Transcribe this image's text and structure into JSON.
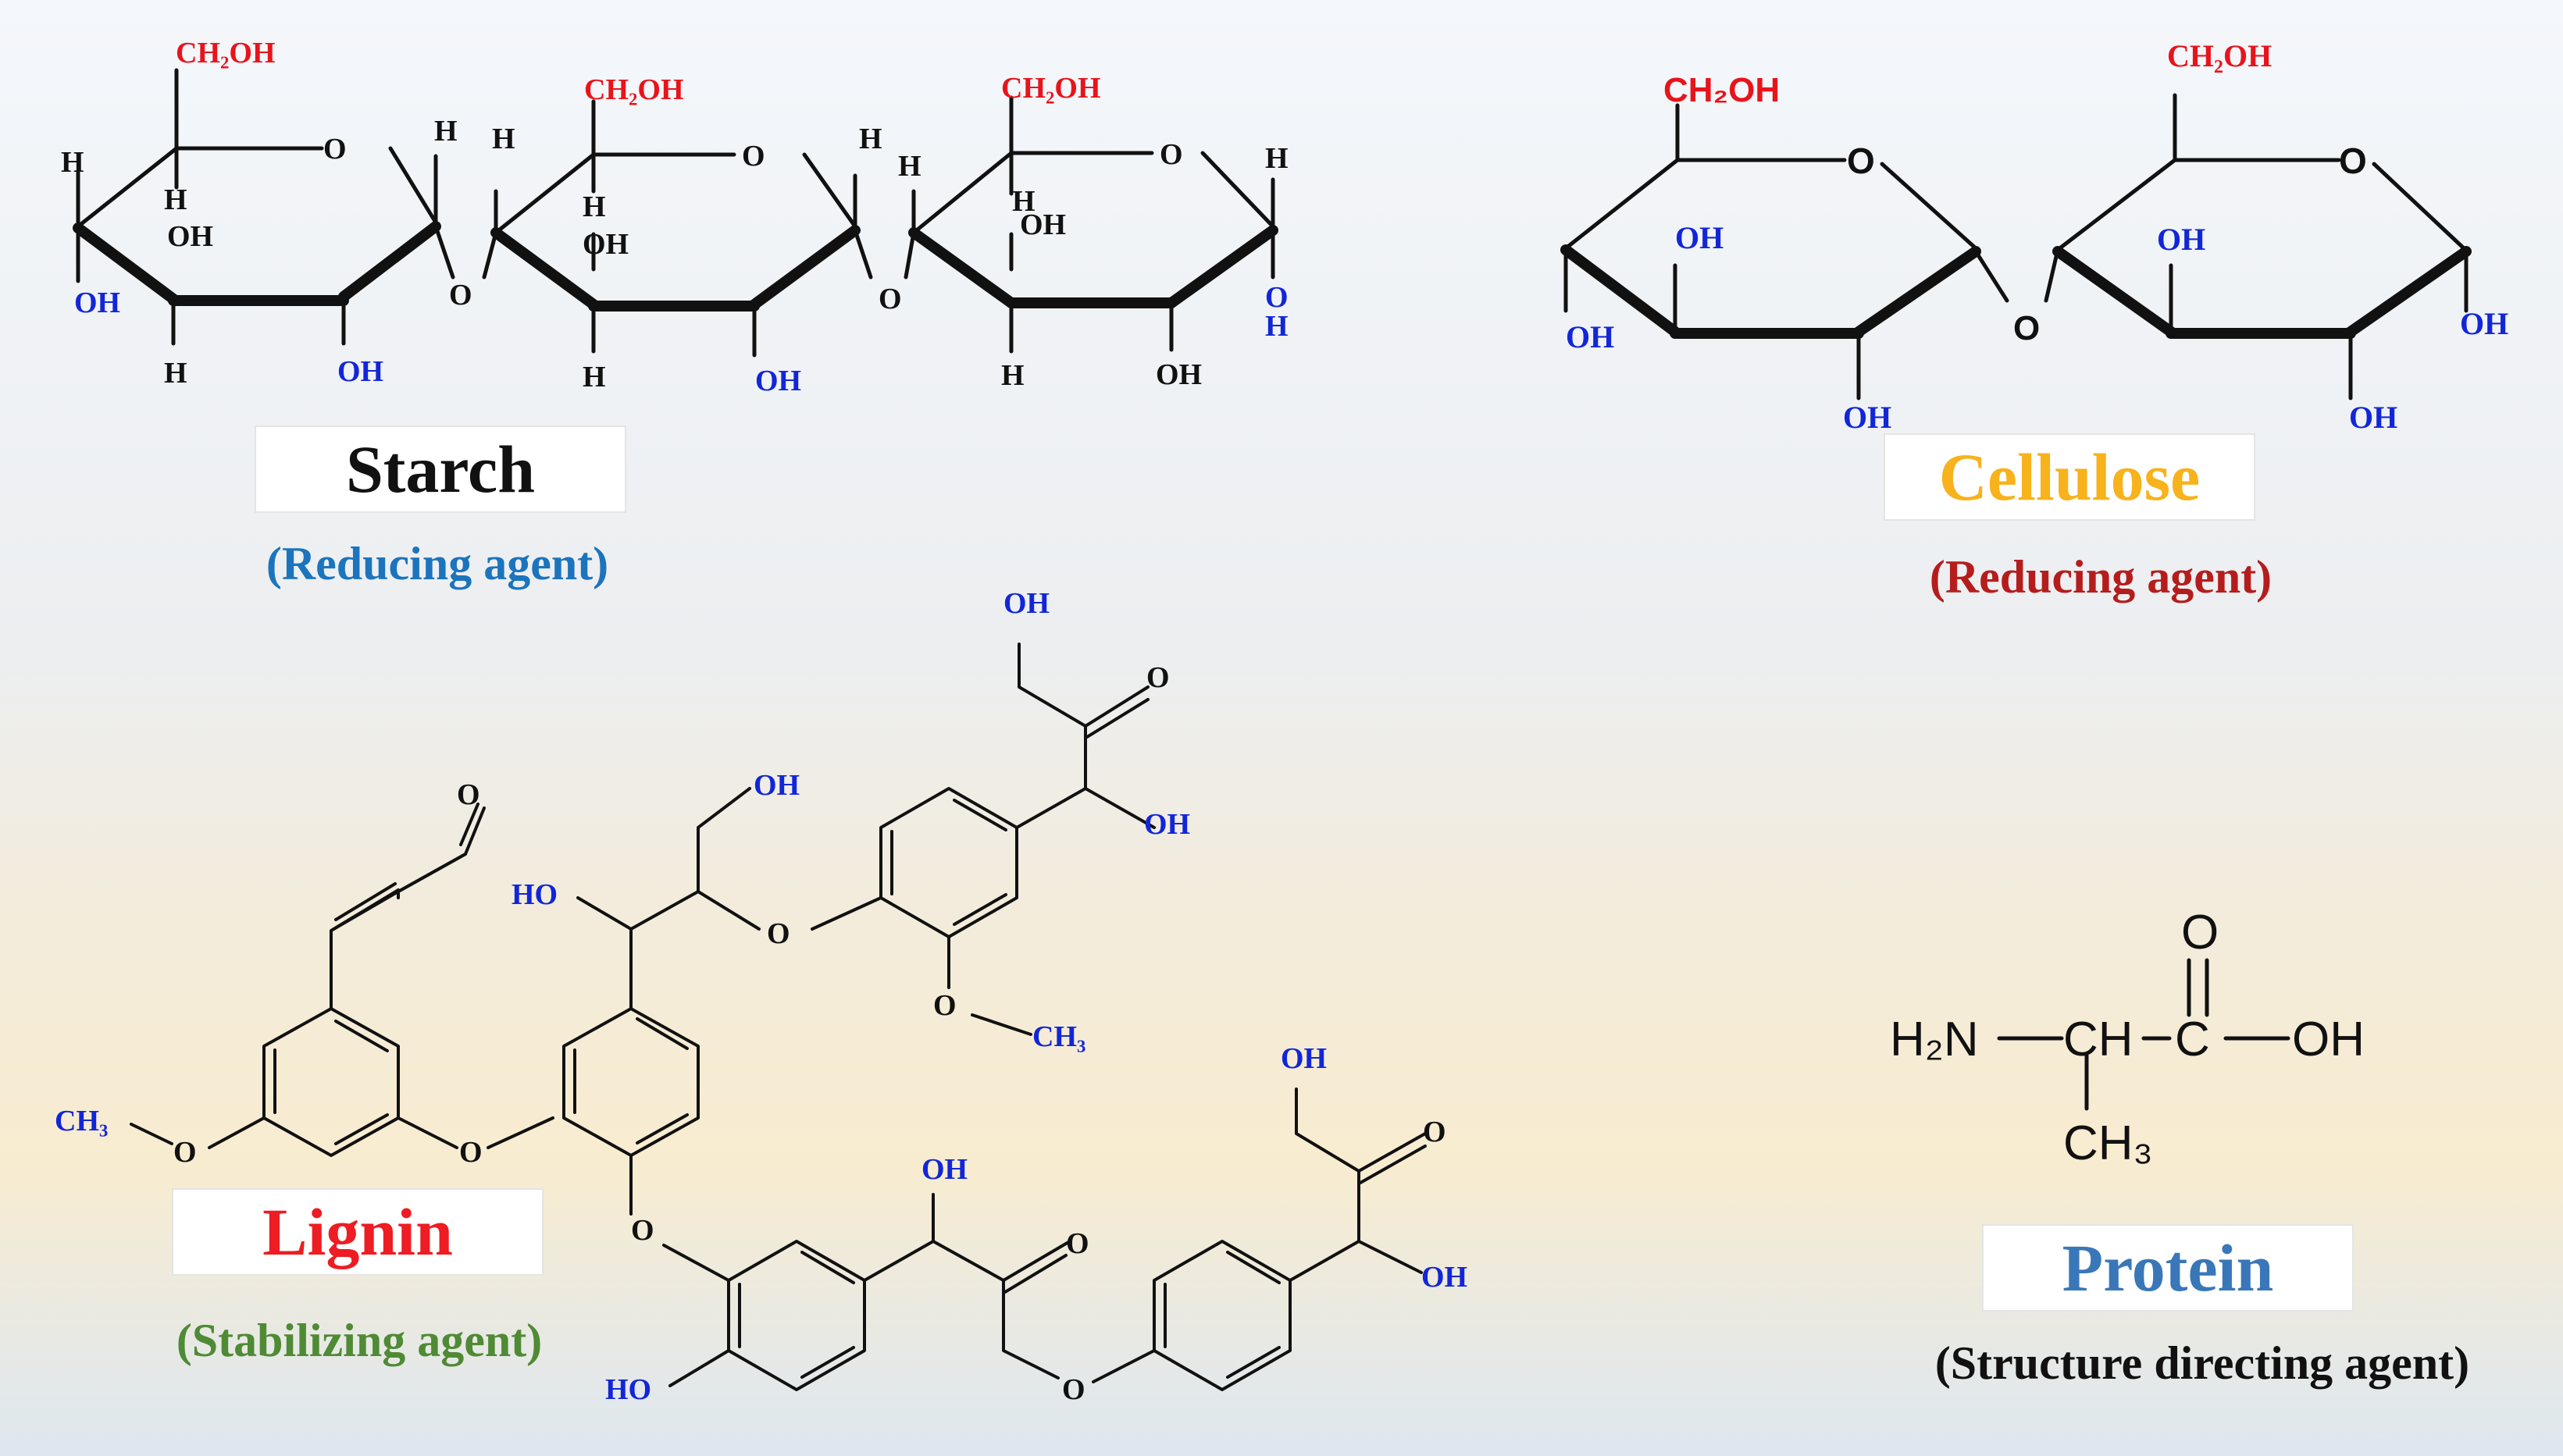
{
  "colors": {
    "label_red": "#e8141b",
    "label_blue": "#1226d8",
    "black": "#111111",
    "cellulose": "#f7b21c",
    "starch_role": "#1c74bd",
    "cellulose_role": "#b51d1d",
    "lignin": "#ee1c23",
    "lignin_role": "#4f8a34",
    "protein": "#3a77b8"
  },
  "starch": {
    "name": "Starch",
    "role": "(Reducing agent)",
    "labels": {
      "ch2oh": "CH₂OH",
      "o": "O",
      "h": "H",
      "oh": "OH"
    }
  },
  "cellulose": {
    "name": "Cellulose",
    "role": "(Reducing agent)",
    "labels": {
      "ch2oh": "CH₂OH",
      "o": "O",
      "oh": "OH"
    }
  },
  "lignin": {
    "name": "Lignin",
    "role": "(Stabilizing agent)",
    "labels": {
      "o": "O",
      "oh": "OH",
      "ho": "HO",
      "ch3": "CH₃"
    }
  },
  "protein": {
    "name": "Protein",
    "role": "(Structure directing agent)",
    "labels": {
      "h2n": "H₂N",
      "ch": "CH",
      "c": "C",
      "oh": "OH",
      "o": "O",
      "ch3": "CH₃"
    }
  }
}
